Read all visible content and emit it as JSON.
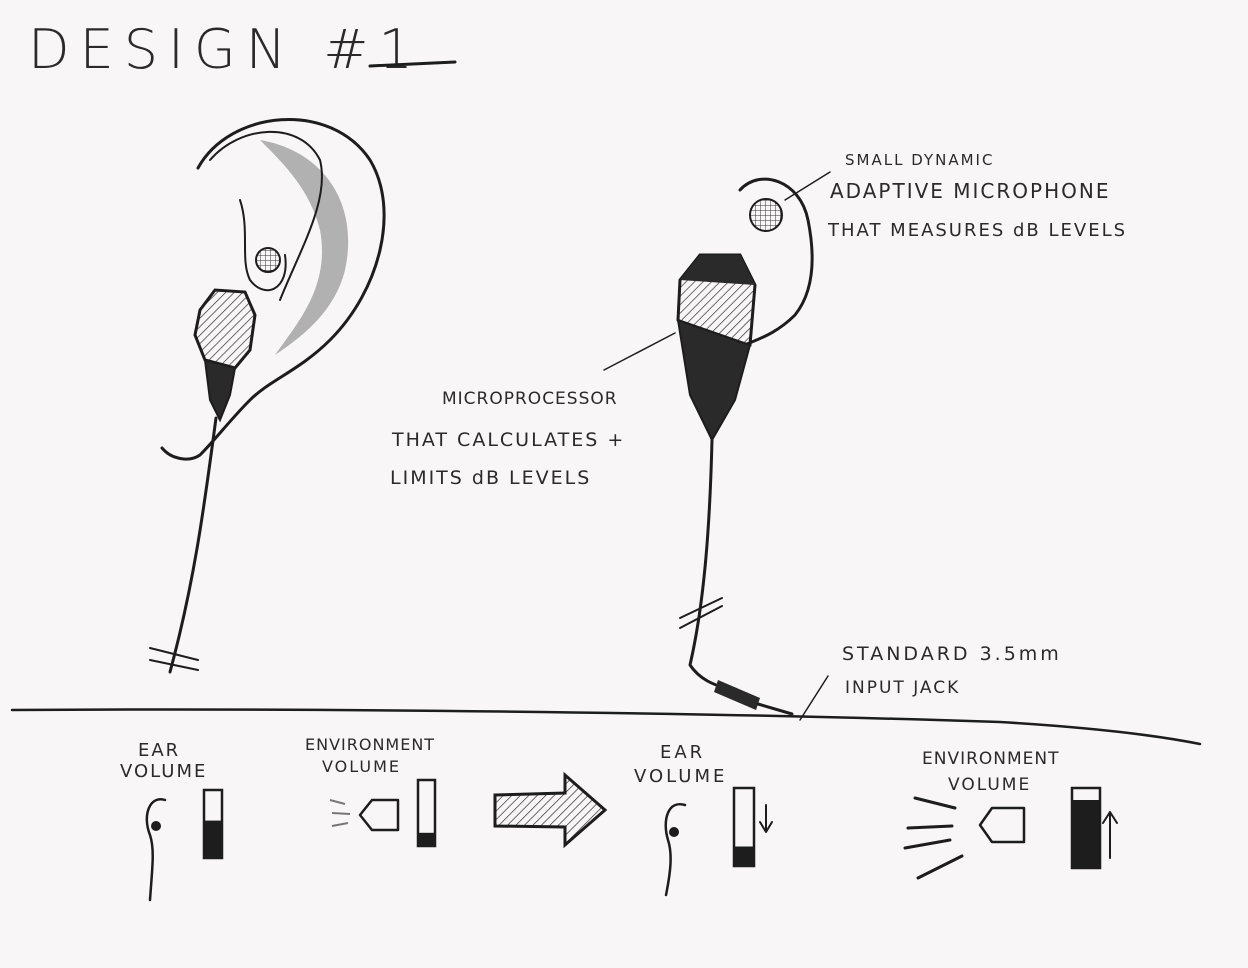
{
  "title": "DESIGN #1",
  "callouts": {
    "microphone": [
      "SMALL DYNAMIC",
      "ADAPTIVE MICROPHONE",
      "THAT MEASURES dB LEVELS"
    ],
    "processor": [
      "MICROPROCESSOR",
      "THAT CALCULATES +",
      "LIMITS dB LEVELS"
    ],
    "jack": [
      "STANDARD 3.5mm",
      "INPUT JACK"
    ]
  },
  "before": {
    "ear_label": [
      "EAR",
      "VOLUME"
    ],
    "env_label": [
      "ENVIRONMENT",
      "VOLUME"
    ],
    "ear_level": 0.55,
    "env_level": 0.2
  },
  "after": {
    "ear_label": [
      "EAR",
      "VOLUME"
    ],
    "env_label": [
      "ENVIRONMENT",
      "VOLUME"
    ],
    "ear_level": 0.25,
    "env_level": 0.85
  },
  "colors": {
    "ink": "#1d1d1d",
    "paper": "#f8f6f7",
    "shade": "#8a8a8a"
  }
}
